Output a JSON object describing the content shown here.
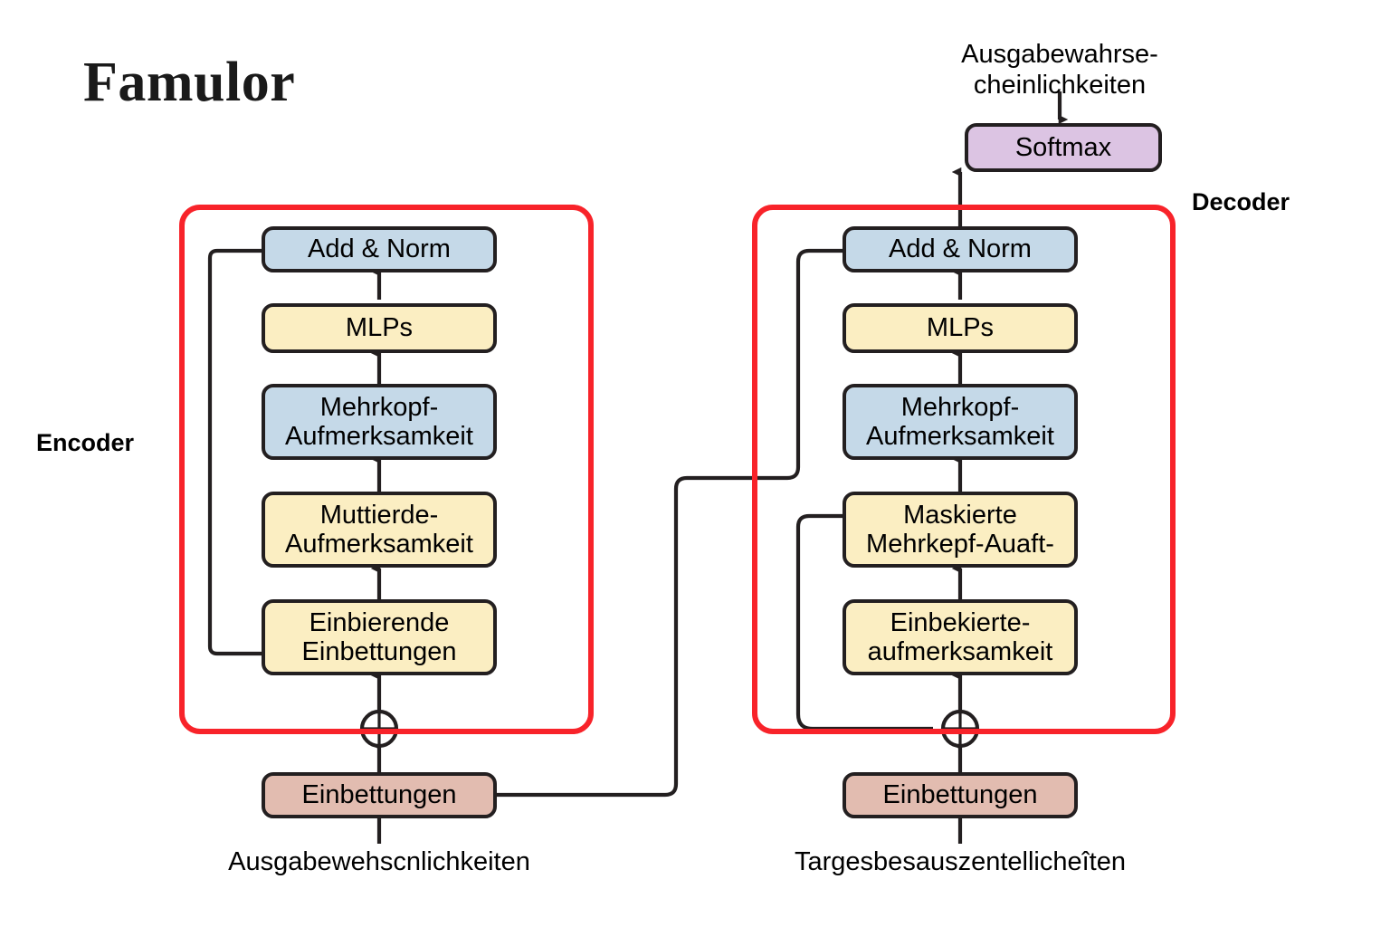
{
  "brand": {
    "logo_text": "Famulor"
  },
  "labels": {
    "encoder": "Encoder",
    "decoder": "Decoder",
    "output_probabilities": "Ausgabewahrse-\ncheinlichkeiten",
    "encoder_input": "Ausgabewehscnlichkeiten",
    "decoder_input": "Targesbesauszentellicheîten"
  },
  "colors": {
    "group_border": "#f8232a",
    "node_border": "#231f20",
    "blue": "#c5d9e8",
    "yellow": "#fbeec2",
    "pink": "#e2bcb0",
    "purple": "#dcc4e3",
    "wire": "#231f20",
    "background": "#ffffff"
  },
  "encoder": {
    "nodes": [
      {
        "id": "enc-add-norm",
        "label": "Add & Norm"
      },
      {
        "id": "enc-mlps",
        "label": "MLPs"
      },
      {
        "id": "enc-multihead",
        "label": "Mehrkopf-\nAufmerksamkeit"
      },
      {
        "id": "enc-attention",
        "label": "Muttierde-\nAufmerksamkeit"
      },
      {
        "id": "enc-embeddings",
        "label": "Einbierende\nEinbettungen"
      }
    ],
    "sum_symbol": "+",
    "input_node": {
      "id": "enc-input-embeddings",
      "label": "Einbettungen"
    }
  },
  "decoder": {
    "softmax": {
      "id": "dec-softmax",
      "label": "Softmax"
    },
    "nodes": [
      {
        "id": "dec-add-norm",
        "label": "Add & Norm"
      },
      {
        "id": "dec-mlps",
        "label": "MLPs"
      },
      {
        "id": "dec-multihead",
        "label": "Mehrkopf-\nAufmerksamkeit"
      },
      {
        "id": "dec-masked",
        "label": "Maskierte\nMehrkepf-Auaft-"
      },
      {
        "id": "dec-self-attention",
        "label": "Einbekierte-\naufmerksamkeit"
      }
    ],
    "sum_symbol": "+",
    "input_node": {
      "id": "dec-input-embeddings",
      "label": "Einbettungen"
    }
  }
}
